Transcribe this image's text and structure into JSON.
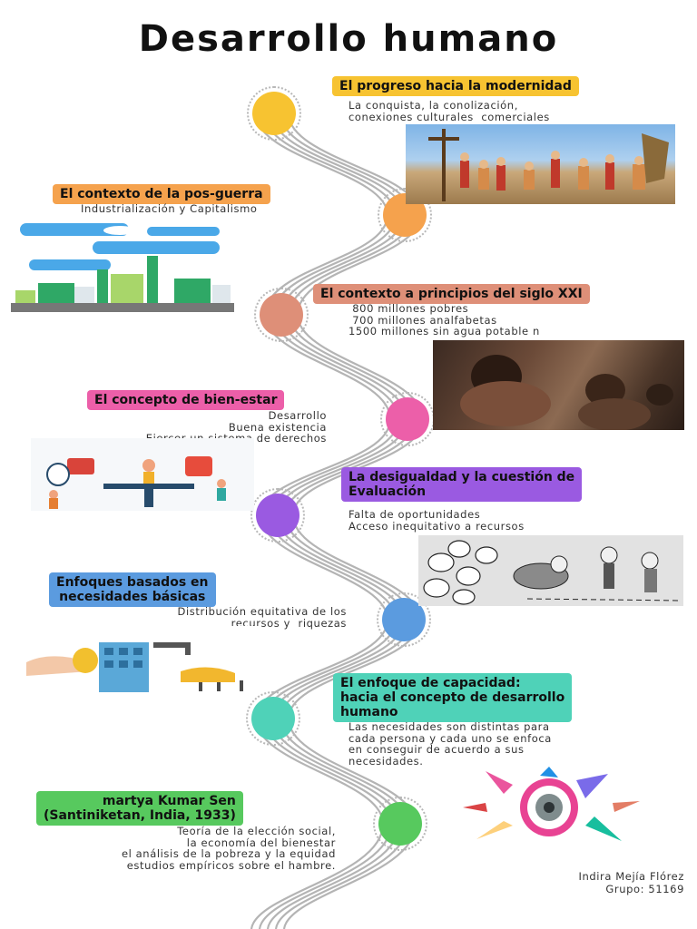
{
  "title": "Desarrollo humano",
  "author": "Indira Mejía Flórez",
  "group": "Grupo: 51169",
  "sections": [
    {
      "label": "El progreso hacia la modernidad",
      "color": "#f7c331",
      "desc": "La conquista, la conolización,\nconexiones culturales  comerciales"
    },
    {
      "label": "El contexto de la pos-guerra",
      "color": "#f5a24d",
      "desc": "Industrialización y Capitalismo"
    },
    {
      "label": "El contexto a principios del siglo XXI",
      "color": "#de8f78",
      "desc": " 800 millones pobres\n 700 millones analfabetas\n1500 millones sin agua potable n"
    },
    {
      "label": "El concepto de bien-estar",
      "color": "#ec5fa9",
      "desc": "Desarrollo\nBuena existencia\nEjercer un sistema de derechos"
    },
    {
      "label": "La desigualdad y la cuestión de\nEvaluación",
      "color": "#9a5ae1",
      "desc": "Falta de oportunidades\nAcceso inequitativo a recursos"
    },
    {
      "label": "Enfoques basados en\nnecesidades básicas",
      "color": "#5b9bdf",
      "desc": "Distribución equitativa de los\nrecursos y  riquezas"
    },
    {
      "label": "El enfoque de capacidad:\nhacia el concepto de desarrollo\nhumano",
      "color": "#4fd2b8",
      "desc": "Las necesidades son distintas para\ncada persona y cada uno se enfoca\nen conseguir de acuerdo a sus\nnecesidades."
    },
    {
      "label": "martya Kumar Sen\n(Santiniketan, India, 1933)",
      "color": "#57c95e",
      "desc": "Teoría de la elección social,\nla economía del bienestar\nel análisis de la pobreza y la equidad\nestudios empíricos sobre el hambre."
    }
  ]
}
